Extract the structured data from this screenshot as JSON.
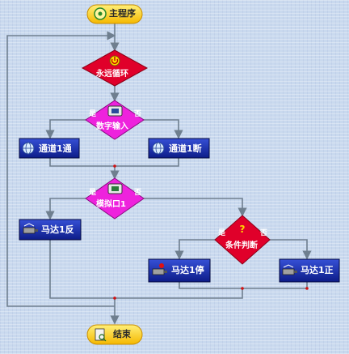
{
  "nodes": {
    "start": {
      "label": "主程序",
      "icon": "clover-icon"
    },
    "loop": {
      "label": "永远循环",
      "icon": "power-icon"
    },
    "digital_input": {
      "label": "数字输入",
      "icon": "chip-icon",
      "yes": "是",
      "no": "否"
    },
    "channel_on": {
      "label": "通道1通",
      "icon": "globe-icon"
    },
    "channel_off": {
      "label": "通道1断",
      "icon": "globe-icon"
    },
    "analog_port": {
      "label": "模拟口1",
      "icon": "chip-icon",
      "yes": "是",
      "no": "否"
    },
    "motor_reverse": {
      "label": "马达1反",
      "icon": "motor-icon"
    },
    "condition": {
      "label": "条件判断",
      "icon": "question-icon",
      "yes": "是",
      "no": "否"
    },
    "motor_stop": {
      "label": "马达1停",
      "icon": "motor-stop-icon"
    },
    "motor_forward": {
      "label": "马达1正",
      "icon": "motor-icon"
    },
    "end": {
      "label": "结束",
      "icon": "magnifier-icon"
    }
  },
  "colors": {
    "start_end": "#ffd21a",
    "loop_diamond": "#e0002a",
    "decision_diamond": "#ee22dd",
    "action_box": "#1a2da8",
    "connector": "#6f7f8f",
    "junction_dot": "#d11111"
  }
}
